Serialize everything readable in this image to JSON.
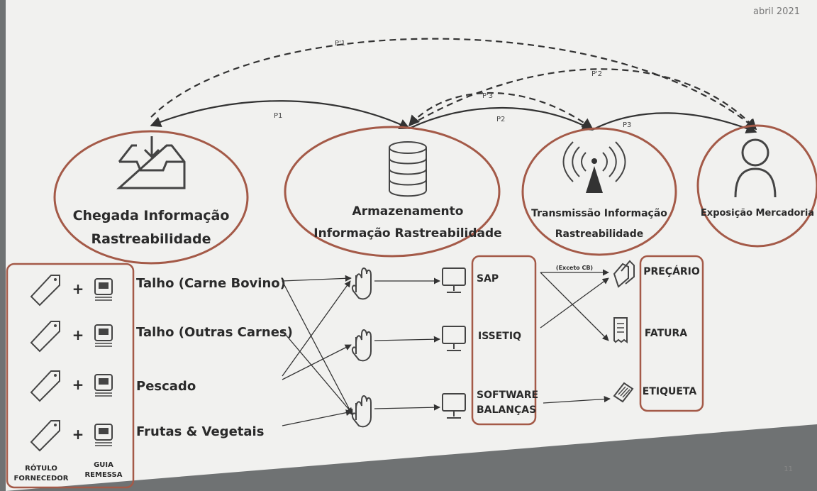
{
  "header": {
    "date": "abril 2021"
  },
  "footer": {
    "page_number": "11"
  },
  "flow_labels": {
    "p1": "P1",
    "p2": "P2",
    "p3": "P3",
    "pp1": "P'1",
    "pp2": "P'2",
    "pp3": "P'3"
  },
  "stages": {
    "arrival": {
      "line1": "Chegada Informação",
      "line2": "Rastreabilidade",
      "icon": "inbox-icon"
    },
    "storage": {
      "line1": "Armazenamento",
      "line2": "Informação Rastreabilidade",
      "icon": "database-icon"
    },
    "transmission": {
      "line1": "Transmissão Informação",
      "line2": "Rastreabilidade",
      "icon": "antenna-icon"
    },
    "exposure": {
      "line1": "Exposição Mercadoria",
      "icon": "person-icon"
    }
  },
  "inputs": {
    "plus": "+",
    "label_tag_line1": "RÓTULO",
    "label_tag_line2": "FORNECEDOR",
    "label_doc_line1": "GUIA",
    "label_doc_line2": "REMESSA"
  },
  "categories": [
    "Talho (Carne Bovino)",
    "Talho (Outras Carnes)",
    "Pescado",
    "Frutas & Vegetais"
  ],
  "systems": {
    "sap": "SAP",
    "issetiq": "ISSETIQ",
    "software_line1": "SOFTWARE",
    "software_line2": "BALANÇAS"
  },
  "outputs": {
    "exception_note": "(Exceto CB)",
    "precario": "PREÇÁRIO",
    "fatura": "FATURA",
    "etiqueta": "ETIQUETA"
  },
  "colors": {
    "ellipse_stroke": "#a45a48",
    "line": "#333333",
    "slide": "#f1f1ef"
  }
}
